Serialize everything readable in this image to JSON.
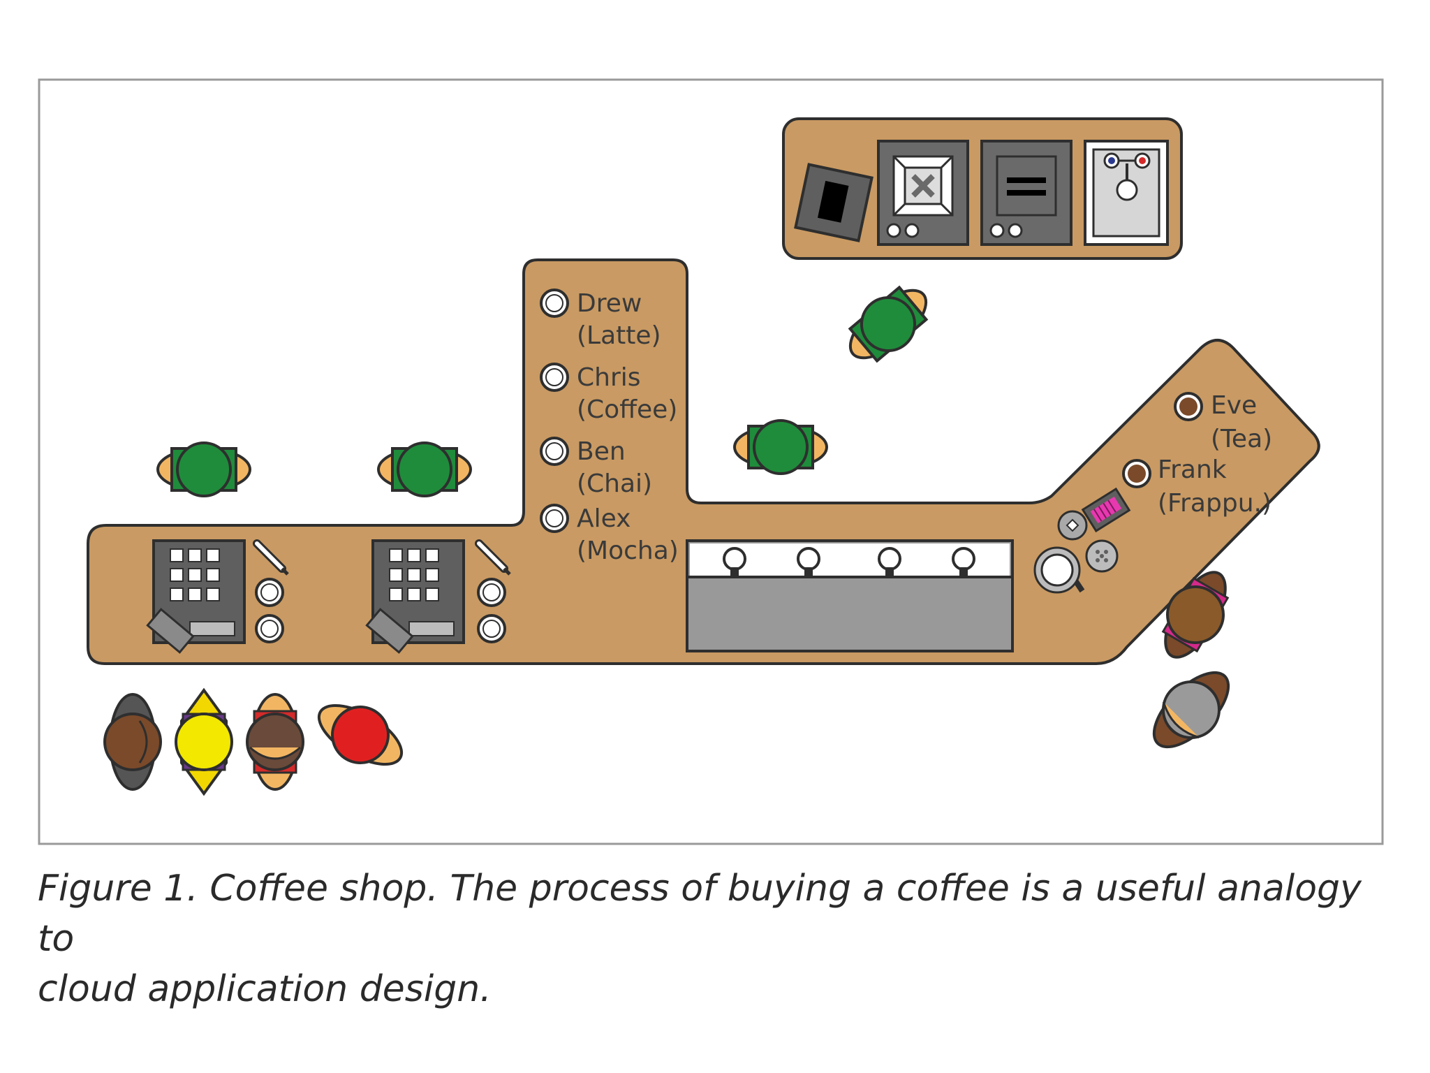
{
  "pickup_orders": [
    {
      "name": "Drew",
      "drink": "(Latte)"
    },
    {
      "name": "Chris",
      "drink": "(Coffee)"
    },
    {
      "name": "Ben",
      "drink": "(Chai)"
    },
    {
      "name": "Alex",
      "drink": "(Mocha)"
    }
  ],
  "ready_orders": [
    {
      "name": "Eve",
      "drink": "(Tea)"
    },
    {
      "name": "Frank",
      "drink": "(Frappu.)"
    }
  ],
  "caption": {
    "line1": "Figure 1. Coffee shop. The process of buying a coffee is a useful analogy to",
    "line2": "cloud application design."
  },
  "colors": {
    "counter": "#c99a63",
    "outline": "#2e2e2e",
    "staff_shirt": "#1f8c3b",
    "skin": "#f2b663",
    "appliance": "#5f5f5f"
  },
  "icons": [
    "cash-register-icon",
    "pen-icon",
    "cup-icon",
    "espresso-machine-icon",
    "sink-icon",
    "blender-icon",
    "kettle-icon",
    "person-icon"
  ]
}
